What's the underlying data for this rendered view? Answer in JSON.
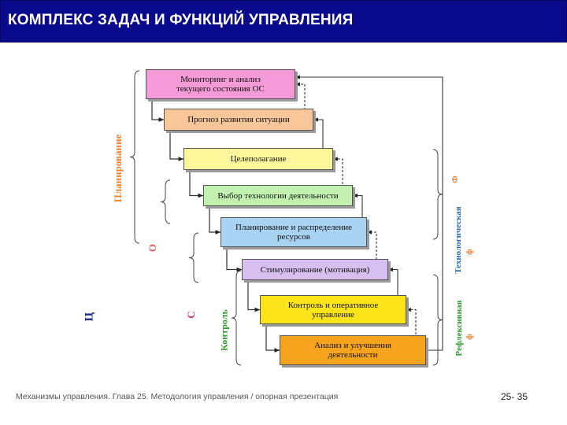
{
  "header": {
    "title": "КОМПЛЕКС ЗАДАЧ И ФУНКЦИЙ УПРАВЛЕНИЯ"
  },
  "steps": [
    {
      "label": "Мониторинг и анализ\nтекущего состояния ОС",
      "color": "#f49ad6"
    },
    {
      "label": "Прогноз развития ситуации",
      "color": "#f7c79a"
    },
    {
      "label": "Целеполагание",
      "color": "#fbf79a"
    },
    {
      "label": "Выбор технологии деятельности",
      "color": "#c3f2b0"
    },
    {
      "label": "Планирование и распределение\nресурсов",
      "color": "#a9d3f2"
    },
    {
      "label": "Стимулирование (мотивация)",
      "color": "#d8bfef"
    },
    {
      "label": "Контроль и оперативное\nуправление",
      "color": "#fbe419"
    },
    {
      "label": "Анализ и улучшения\nдеятельности",
      "color": "#f6a31e"
    }
  ],
  "left_labels": {
    "planning": "Планирование",
    "organization": "О",
    "control": "Контроль",
    "c_letter": "С",
    "cycle_letter": "Ц"
  },
  "right_labels": {
    "technological": "Технологическая",
    "reflexive": "Рефлексивная",
    "phase_top": "Ф",
    "phase_mid": "ф",
    "phase_bottom": "ф"
  },
  "footer": {
    "text": "Механизмы управления. Глава 25. Методология управления / опорная презентация",
    "page": "25- 35"
  }
}
